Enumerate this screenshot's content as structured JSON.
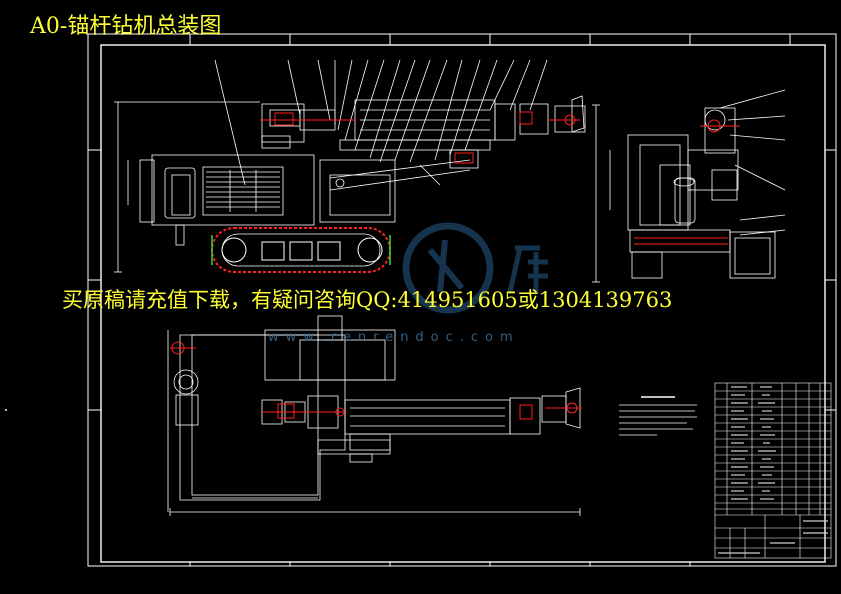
{
  "drawing": {
    "title": "A0-锚杆钻机总装图",
    "overlay_notice": "买原稿请充值下载，有疑问咨询QQ:414951605或1304139763",
    "watermark_url": "www.renrendoc.com",
    "watermark_logo": "人人文库"
  },
  "colors": {
    "background": "#000000",
    "title": "#ffff33",
    "frame": "#ffffff",
    "part_red": "#ff2020",
    "part_green": "#33dd33",
    "watermark": "#2a5f8f"
  },
  "icons": {
    "watermark_logo": "circular-logo-icon"
  }
}
